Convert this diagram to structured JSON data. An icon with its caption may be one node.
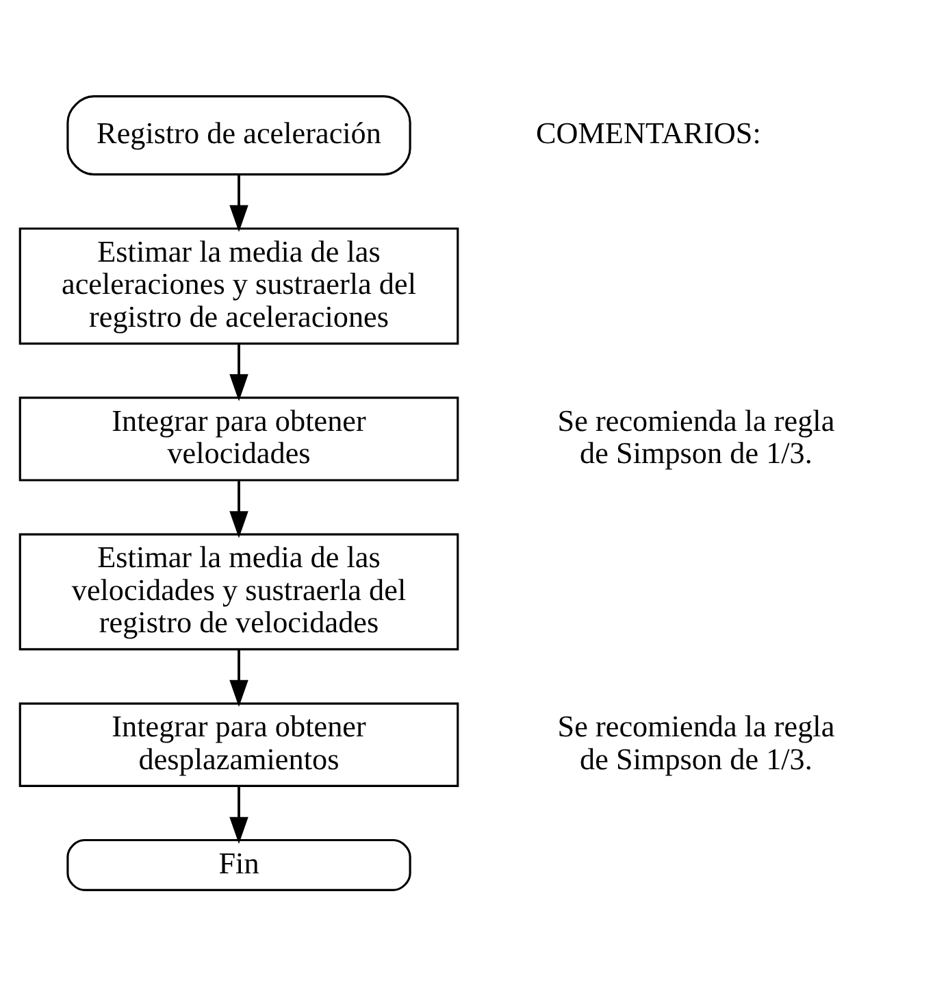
{
  "diagram": {
    "nodes": [
      {
        "text": [
          "Registro de aceleración"
        ]
      },
      {
        "text": [
          "Estimar la media de las aceleraciones y sustraerla del registro de aceleraciones"
        ]
      },
      {
        "text": [
          "Integrar para obtener velocidades"
        ],
        "beside": [
          "Se recomienda la regla de Simpson de 1/3."
        ]
      },
      {
        "text": [
          "Estimar la media de las velocidades y sustraerla del registro de velocidades"
        ]
      },
      {
        "text": [
          "Integrar para obtener desplazamientos"
        ],
        "beside": [
          "Se recomienda la regla de Simpson de 1/3."
        ]
      },
      {
        "text": [
          "Fin"
        ]
      }
    ],
    "edges": [
      {
        "from": 0,
        "to": 1,
        "arrow": "to"
      },
      {
        "from": 1,
        "to": 2,
        "arrow": "to"
      },
      {
        "from": 2,
        "to": 3,
        "arrow": "to"
      },
      {
        "from": 3,
        "to": 4,
        "arrow": "to"
      },
      {
        "from": 4,
        "to": 5,
        "arrow": "to"
      }
    ],
    "labels": [
      "COMENTARIOS:"
    ]
  }
}
